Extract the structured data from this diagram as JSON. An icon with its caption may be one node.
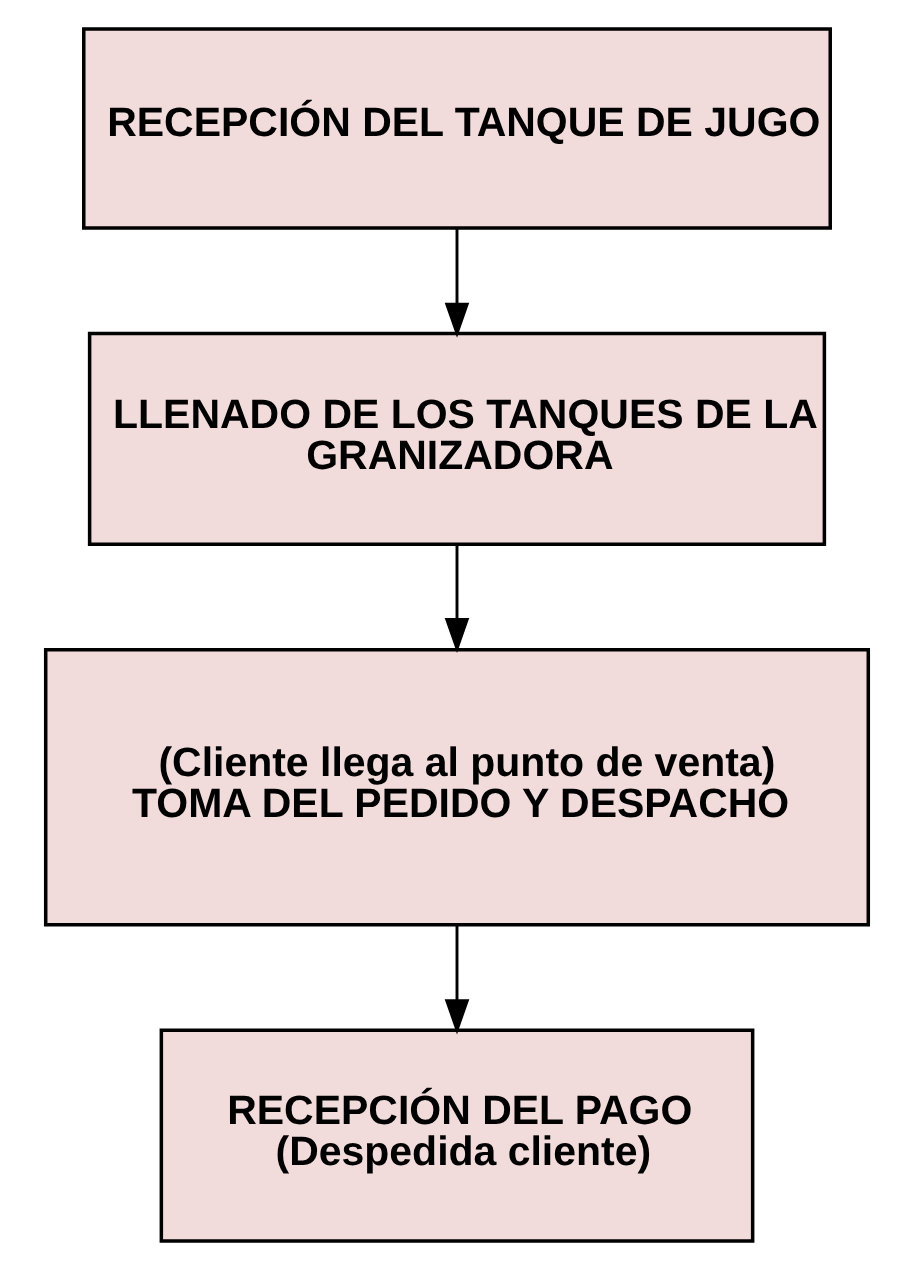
{
  "diagram": {
    "nodes": [
      {
        "text": [
          "RECEPCIÓN DEL TANQUE DE JUGO"
        ]
      },
      {
        "text": [
          "LLENADO DE LOS TANQUES DE LA GRANIZADORA"
        ]
      },
      {
        "text": [
          "(Cliente llega al punto de venta)",
          "TOMA DEL PEDIDO Y DESPACHO"
        ]
      },
      {
        "text": [
          "RECEPCIÓN DEL PAGO",
          "(Despedida cliente)"
        ]
      }
    ],
    "edges": [
      {
        "from": 0,
        "to": 1,
        "arrow": "to"
      },
      {
        "from": 1,
        "to": 2,
        "arrow": "to"
      },
      {
        "from": 2,
        "to": 3,
        "arrow": "to"
      }
    ]
  }
}
